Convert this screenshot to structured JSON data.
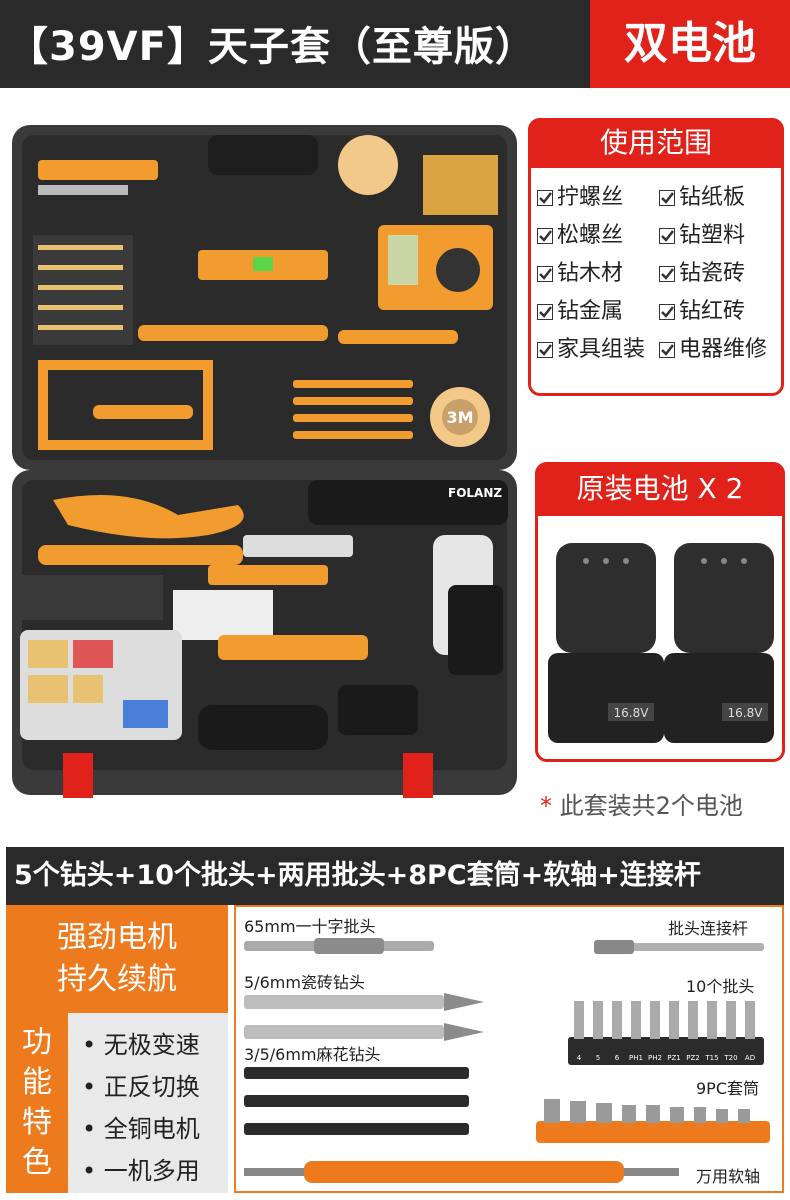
{
  "header": {
    "title": "【39VF】天子套（至尊版）",
    "badge": "双电池"
  },
  "scope": {
    "title": "使用范围",
    "items": [
      "拧螺丝",
      "钻纸板",
      "松螺丝",
      "钻塑料",
      "钻木材",
      "钻瓷砖",
      "钻金属",
      "钻红砖",
      "家具组装",
      "电器维修"
    ]
  },
  "battery": {
    "title": "原装电池 X 2",
    "voltage": "16.8V"
  },
  "case": {
    "brand": "FOLANZ",
    "tape_label": "3M"
  },
  "note": {
    "star": "*",
    "text": "此套装共2个电池"
  },
  "accessories": {
    "title": "5个钻头+10个批头+两用批头+8PC套筒+软轴+连接杆",
    "labels": {
      "bit65": "65mm一十字批头",
      "tile": "5/6mm瓷砖钻头",
      "twist": "3/5/6mm麻花钻头",
      "connector": "批头连接杆",
      "bits10": "10个批头",
      "socket": "9PC套筒",
      "flex": "万用软轴"
    },
    "bit_codes": [
      "4",
      "5",
      "6",
      "PH1",
      "PH2",
      "PZ1",
      "PZ2",
      "T15",
      "T20",
      "AD"
    ]
  },
  "features": {
    "headline_1": "强劲电机",
    "headline_2": "持久续航",
    "side_1": "功",
    "side_2": "能",
    "side_3": "特",
    "side_4": "色",
    "items": [
      "• 无极变速",
      "• 正反切换",
      "• 全铜电机",
      "• 一机多用"
    ]
  },
  "colors": {
    "accent_red": "#e0221b",
    "accent_orange": "#ee7a1e",
    "dark": "#2a2a2a"
  }
}
